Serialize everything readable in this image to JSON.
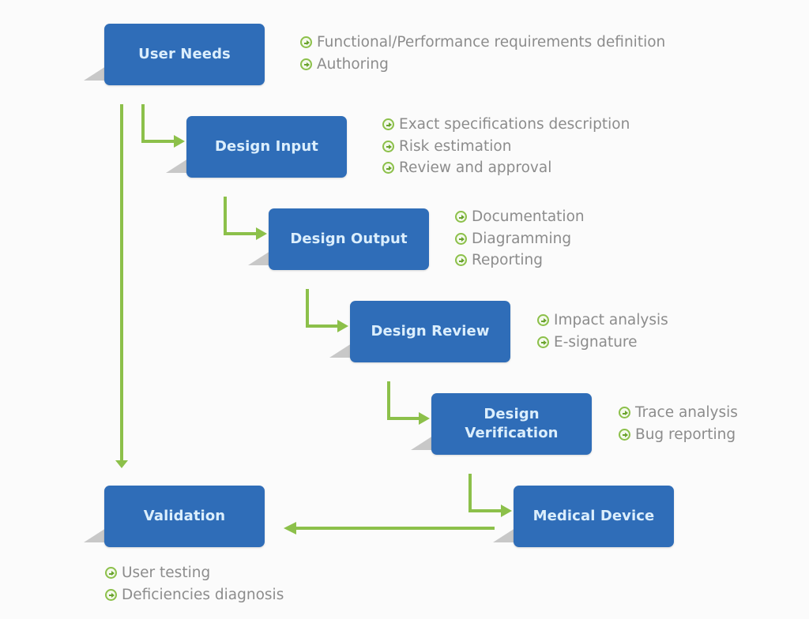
{
  "colors": {
    "box": "#2f6db8",
    "box_text": "#dbeefc",
    "arrow": "#8cc04a",
    "bullet_text": "#8c8c8c"
  },
  "nodes": [
    {
      "id": "user-needs",
      "label": "User Needs",
      "bullets": [
        "Functional/Performance requirements definition",
        "Authoring"
      ]
    },
    {
      "id": "design-input",
      "label": "Design Input",
      "bullets": [
        "Exact specifications description",
        "Risk estimation",
        "Review and approval"
      ]
    },
    {
      "id": "design-output",
      "label": "Design Output",
      "bullets": [
        "Documentation",
        "Diagramming",
        "Reporting"
      ]
    },
    {
      "id": "design-review",
      "label": "Design Review",
      "bullets": [
        "Impact analysis",
        "E-signature"
      ]
    },
    {
      "id": "design-verification",
      "label": "Design\nVerification",
      "bullets": [
        "Trace analysis",
        "Bug reporting"
      ]
    },
    {
      "id": "medical-device",
      "label": "Medical Device",
      "bullets": []
    },
    {
      "id": "validation",
      "label": "Validation",
      "bullets": [
        "User testing",
        "Deficiencies diagnosis"
      ]
    }
  ],
  "edges": [
    {
      "from": "user-needs",
      "to": "design-input",
      "style": "elbow"
    },
    {
      "from": "design-input",
      "to": "design-output",
      "style": "elbow"
    },
    {
      "from": "design-output",
      "to": "design-review",
      "style": "elbow"
    },
    {
      "from": "design-review",
      "to": "design-verification",
      "style": "elbow"
    },
    {
      "from": "design-verification",
      "to": "medical-device",
      "style": "elbow"
    },
    {
      "from": "user-needs",
      "to": "validation",
      "style": "vertical"
    },
    {
      "from": "medical-device",
      "to": "validation",
      "style": "horizontal"
    }
  ]
}
